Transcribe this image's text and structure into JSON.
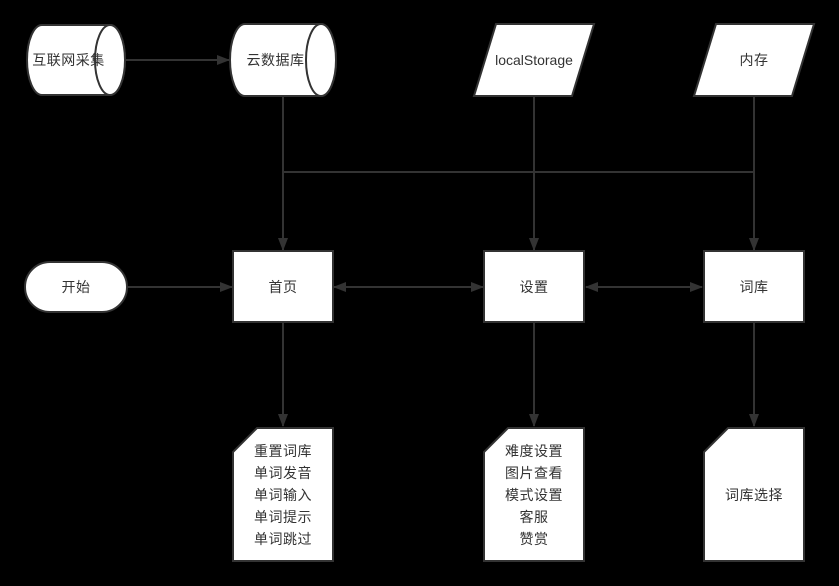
{
  "colors": {
    "background": "#000000",
    "shape_fill": "#ffffff",
    "stroke": "#333333",
    "text": "#333333"
  },
  "diagram": {
    "type": "flowchart",
    "nodes": {
      "internet_collect": {
        "shape": "horizontal-cylinder",
        "label": "互联网采集"
      },
      "cloud_db": {
        "shape": "horizontal-cylinder",
        "label": "云数据库"
      },
      "local_storage": {
        "shape": "parallelogram",
        "label": "localStorage"
      },
      "memory": {
        "shape": "parallelogram",
        "label": "内存"
      },
      "start": {
        "shape": "terminator",
        "label": "开始"
      },
      "home": {
        "shape": "rectangle",
        "label": "首页"
      },
      "settings": {
        "shape": "rectangle",
        "label": "设置"
      },
      "lexicon": {
        "shape": "rectangle",
        "label": "词库"
      },
      "home_features": {
        "shape": "card",
        "lines": [
          "重置词库",
          "单词发音",
          "单词输入",
          "单词提示",
          "单词跳过"
        ]
      },
      "settings_features": {
        "shape": "card",
        "lines": [
          "难度设置",
          "图片查看",
          "模式设置",
          "客服",
          "赞赏"
        ]
      },
      "lexicon_features": {
        "shape": "card",
        "lines": [
          "词库选择"
        ]
      }
    },
    "edges": [
      {
        "from": "internet_collect",
        "to": "cloud_db",
        "type": "arrow"
      },
      {
        "from": "cloud_db",
        "to": "home",
        "type": "arrow",
        "via": "bus"
      },
      {
        "from": "local_storage",
        "to": "settings",
        "type": "arrow",
        "via": "bus"
      },
      {
        "from": "memory",
        "to": "lexicon",
        "type": "arrow",
        "via": "bus"
      },
      {
        "from": "cloud_db",
        "to": "local_storage-memory",
        "type": "bus-line"
      },
      {
        "from": "start",
        "to": "home",
        "type": "arrow"
      },
      {
        "from": "home",
        "to": "settings",
        "type": "double-arrow"
      },
      {
        "from": "settings",
        "to": "lexicon",
        "type": "double-arrow"
      },
      {
        "from": "home",
        "to": "home_features",
        "type": "arrow"
      },
      {
        "from": "settings",
        "to": "settings_features",
        "type": "arrow"
      },
      {
        "from": "lexicon",
        "to": "lexicon_features",
        "type": "arrow"
      }
    ]
  }
}
